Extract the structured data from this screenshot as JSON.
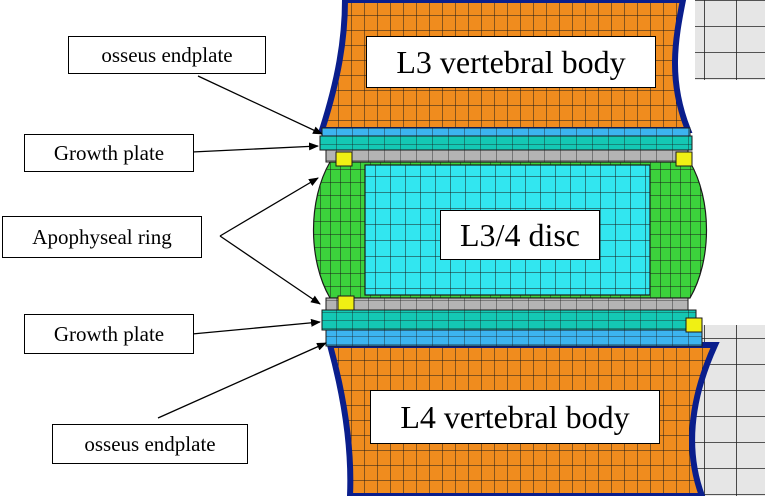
{
  "labels": {
    "osseus_endplate_top": "osseus endplate",
    "growth_plate_top": "Growth plate",
    "apophyseal_ring": "Apophyseal ring",
    "growth_plate_bottom": "Growth plate",
    "osseus_endplate_bottom": "osseus endplate",
    "l3_body": "L3 vertebral body",
    "disc": "L3/4 disc",
    "l4_body": "L4 vertebral body"
  },
  "colors": {
    "bone": "#f08c1e",
    "cortex": "#0a1e8c",
    "growth_plate": "#14c8b4",
    "endplate": "#3cb4f0",
    "apophysis": "#b4b4b4",
    "ring_corner": "#f0f014",
    "annulus": "#3cd23c",
    "nucleus": "#32e6f0",
    "adjacent_element": "#e6e6e6",
    "mesh_line": "#1a1a1a"
  }
}
